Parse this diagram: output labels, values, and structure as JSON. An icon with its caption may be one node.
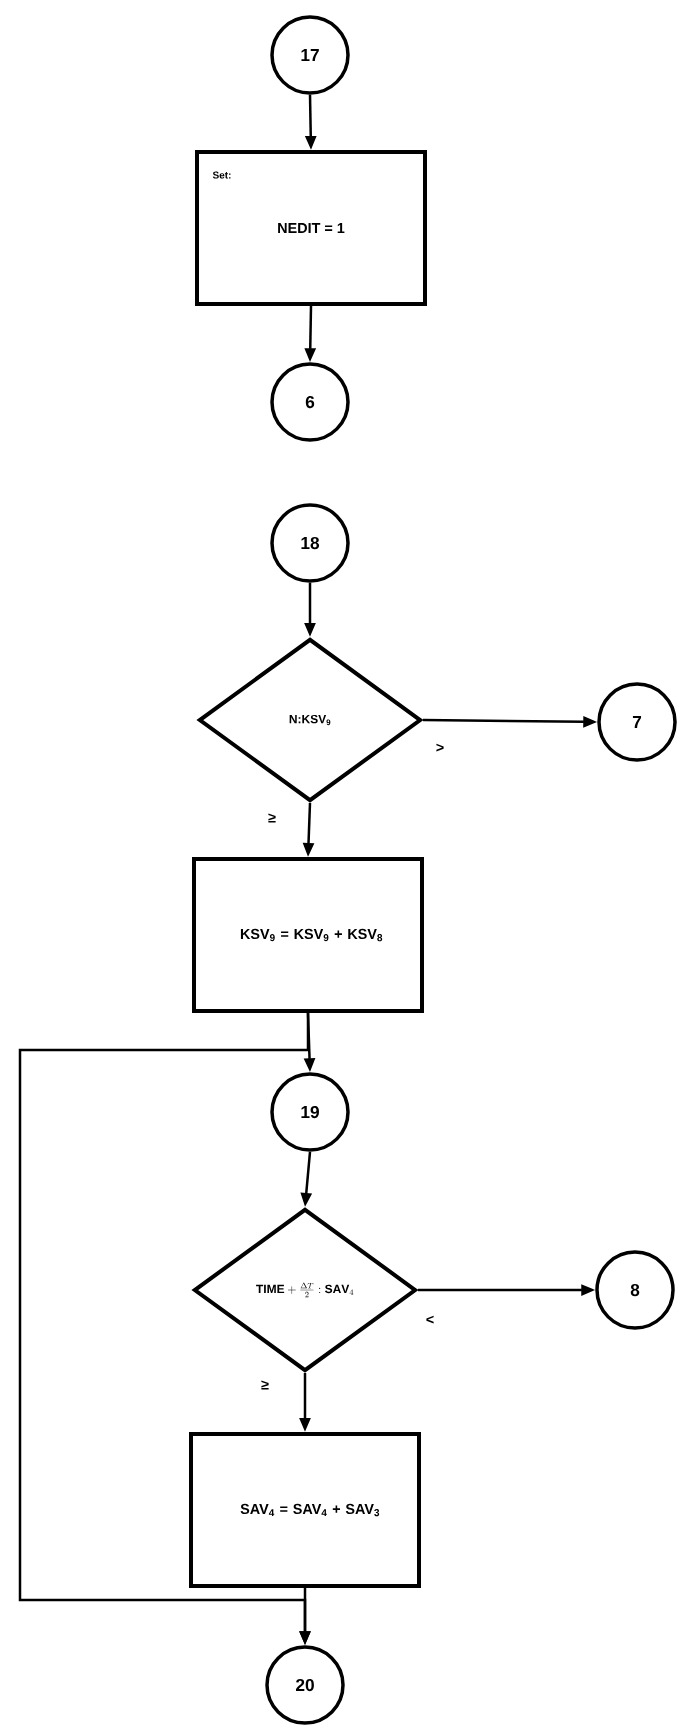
{
  "diagram": {
    "nodes": [
      {
        "text": [
          "17"
        ]
      },
      {
        "text": [
          "Set:",
          "NEDIT = 1"
        ]
      },
      {
        "text": [
          "6"
        ]
      },
      {
        "text": [
          "18"
        ]
      },
      {
        "text": [
          "N:KSV$_{9}$"
        ]
      },
      {
        "text": [
          "7"
        ]
      },
      {
        "text": [
          "KSV$_{9}$ = KSV$_{9}$ + KSV$_{8}$"
        ]
      },
      {
        "text": [
          "19"
        ]
      },
      {
        "text": [
          "\\mathbf{TIME}+\\frac{\\Delta T}{2}:\\mathbf{SAV}_{4}"
        ]
      },
      {
        "text": [
          "SAV$_{4}$ = SAV$_{4}$ + SAV$_{3}$"
        ]
      },
      {
        "text": [
          "8"
        ]
      },
      {
        "text": [
          "20"
        ]
      }
    ],
    "edges": [
      {
        "from": 0,
        "to": 1,
        "arrow": "to"
      },
      {
        "from": 1,
        "to": 2,
        "arrow": "to"
      },
      {
        "from": 3,
        "to": 4,
        "arrow": "to"
      },
      {
        "from": 4,
        "to": 5,
        "label": ">",
        "arrow": "to"
      },
      {
        "from": 4,
        "to": 6,
        "label": "≥",
        "arrow": "to"
      },
      {
        "from": 6,
        "to": 7,
        "arrow": "to"
      },
      {
        "from": 6,
        "to": 11,
        "arrow": "to"
      },
      {
        "from": 7,
        "to": 8,
        "arrow": "to"
      },
      {
        "from": 8,
        "to": 10,
        "label": "<",
        "arrow": "to"
      },
      {
        "from": 8,
        "to": 9,
        "label": "≥",
        "arrow": "to"
      },
      {
        "from": 9,
        "to": 11,
        "arrow": "to"
      }
    ]
  }
}
